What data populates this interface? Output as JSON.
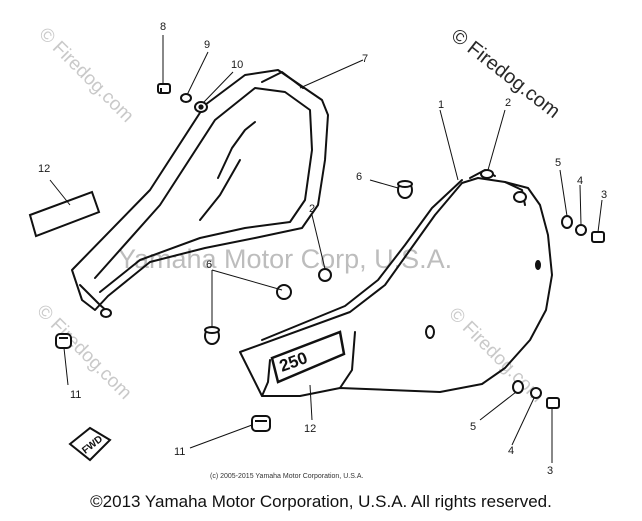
{
  "watermarks": {
    "site": "© Firedog.com",
    "manufacturer": "Yamaha Motor Corp, U.S.A."
  },
  "callouts": {
    "c1": "1",
    "c2a": "2",
    "c2b": "2",
    "c3a": "3",
    "c3b": "3",
    "c4a": "4",
    "c4b": "4",
    "c5a": "5",
    "c5b": "5",
    "c6a": "6",
    "c6b": "6",
    "c7": "7",
    "c8": "8",
    "c9": "9",
    "c10": "10",
    "c11a": "11",
    "c11b": "11",
    "c12a": "12",
    "c12b": "12"
  },
  "badges": {
    "fwd": "FWD",
    "displacement": "250"
  },
  "copyright_small": "(c) 2005-2015 Yamaha Motor Corporation, U.S.A.",
  "footer": "©2013 Yamaha Motor Corporation, U.S.A. All rights reserved."
}
